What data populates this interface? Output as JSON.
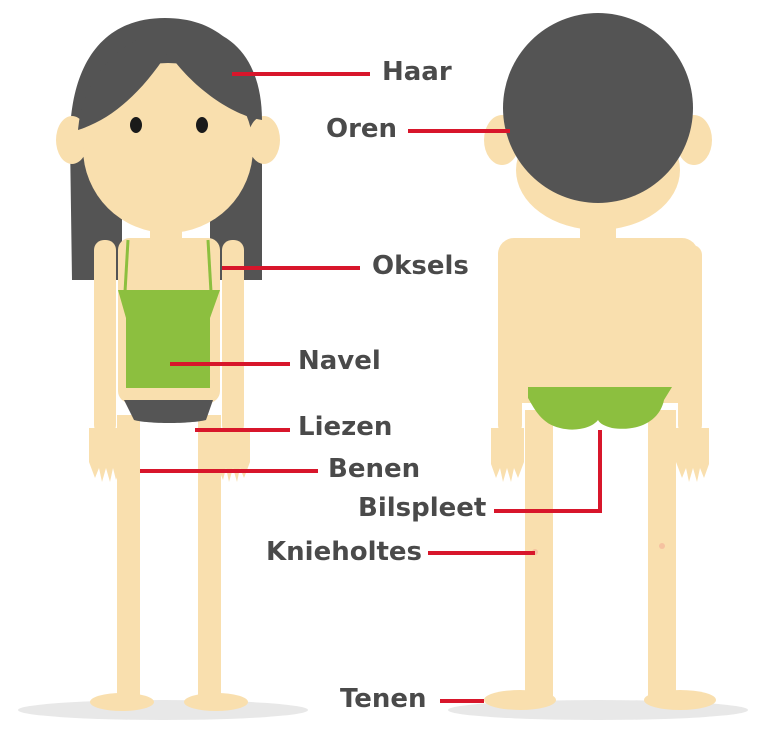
{
  "labels": {
    "haar": "Haar",
    "oren": "Oren",
    "oksels": "Oksels",
    "navel": "Navel",
    "liezen": "Liezen",
    "benen": "Benen",
    "bilspleet": "Bilspleet",
    "knieholtes": "Knieholtes",
    "tenen": "Tenen"
  },
  "colors": {
    "skin": "#f9dfae",
    "hair": "#545454",
    "top": "#8cbf3f",
    "shorts": "#555555",
    "leader": "#d8162b",
    "text": "#4a4a4a",
    "shadow": "#e6e6e6"
  }
}
